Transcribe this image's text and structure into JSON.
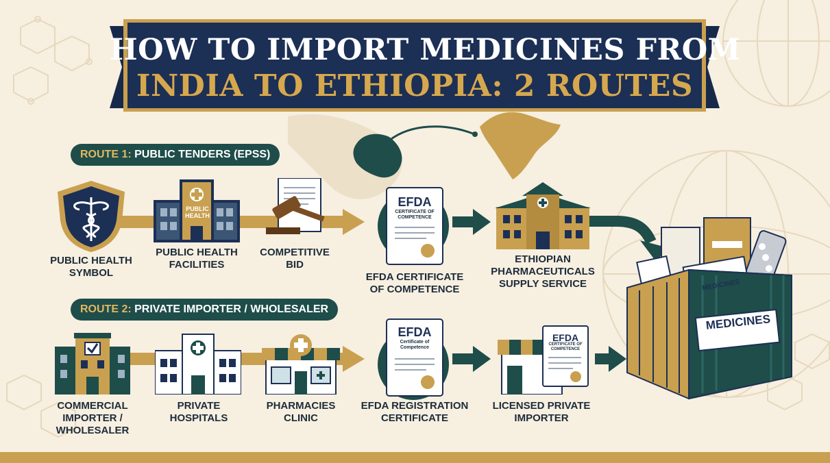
{
  "title": {
    "line1": "HOW TO IMPORT MEDICINES FROM",
    "line2": "INDIA TO ETHIOPIA: 2 ROUTES"
  },
  "route1": {
    "label_prefix": "ROUTE 1:",
    "label_rest": " PUBLIC TENDERS (EPSS)",
    "steps": [
      {
        "label": "PUBLIC HEALTH\nSYMBOL"
      },
      {
        "label": "PUBLIC HEALTH\nFACILITIES"
      },
      {
        "label": "COMPETITIVE\nBID"
      },
      {
        "label": "EFDA CERTIFICATE\nOF COMPETENCE"
      },
      {
        "label": "ETHIOPIAN\nPHARMACEUTICALS\nSUPPLY SERVICE"
      }
    ],
    "building_sign": "PUBLIC\nHEALTH",
    "certificate": {
      "heading": "EFDA",
      "subtext": "CERTIFICATE OF\nCOMPETENCE"
    }
  },
  "route2": {
    "label_prefix": "ROUTE 2:",
    "label_rest": " PRIVATE IMPORTER / WHOLESALER",
    "steps": [
      {
        "label": "COMMERCIAL\nIMPORTER /\nWHOLESALER"
      },
      {
        "label": "PRIVATE\nHOSPITALS"
      },
      {
        "label": "PHARMACIES\nCLINIC"
      },
      {
        "label": "EFDA REGISTRATION\nCERTIFICATE"
      },
      {
        "label": "LICENSED PRIVATE\nIMPORTER"
      }
    ],
    "certificate": {
      "heading": "EFDA",
      "subtext": "Certificate of\nCompetence"
    },
    "small_certificate": {
      "heading": "EFDA",
      "subtext": "CERTIFICATE OF\nCOMPETENCE"
    }
  },
  "container": {
    "label": "MEDICINES",
    "box_label": "MEDICINES"
  },
  "colors": {
    "navy": "#1c2f55",
    "teal": "#1e4d4a",
    "gold": "#c9a04f",
    "cream": "#f7efe0"
  }
}
